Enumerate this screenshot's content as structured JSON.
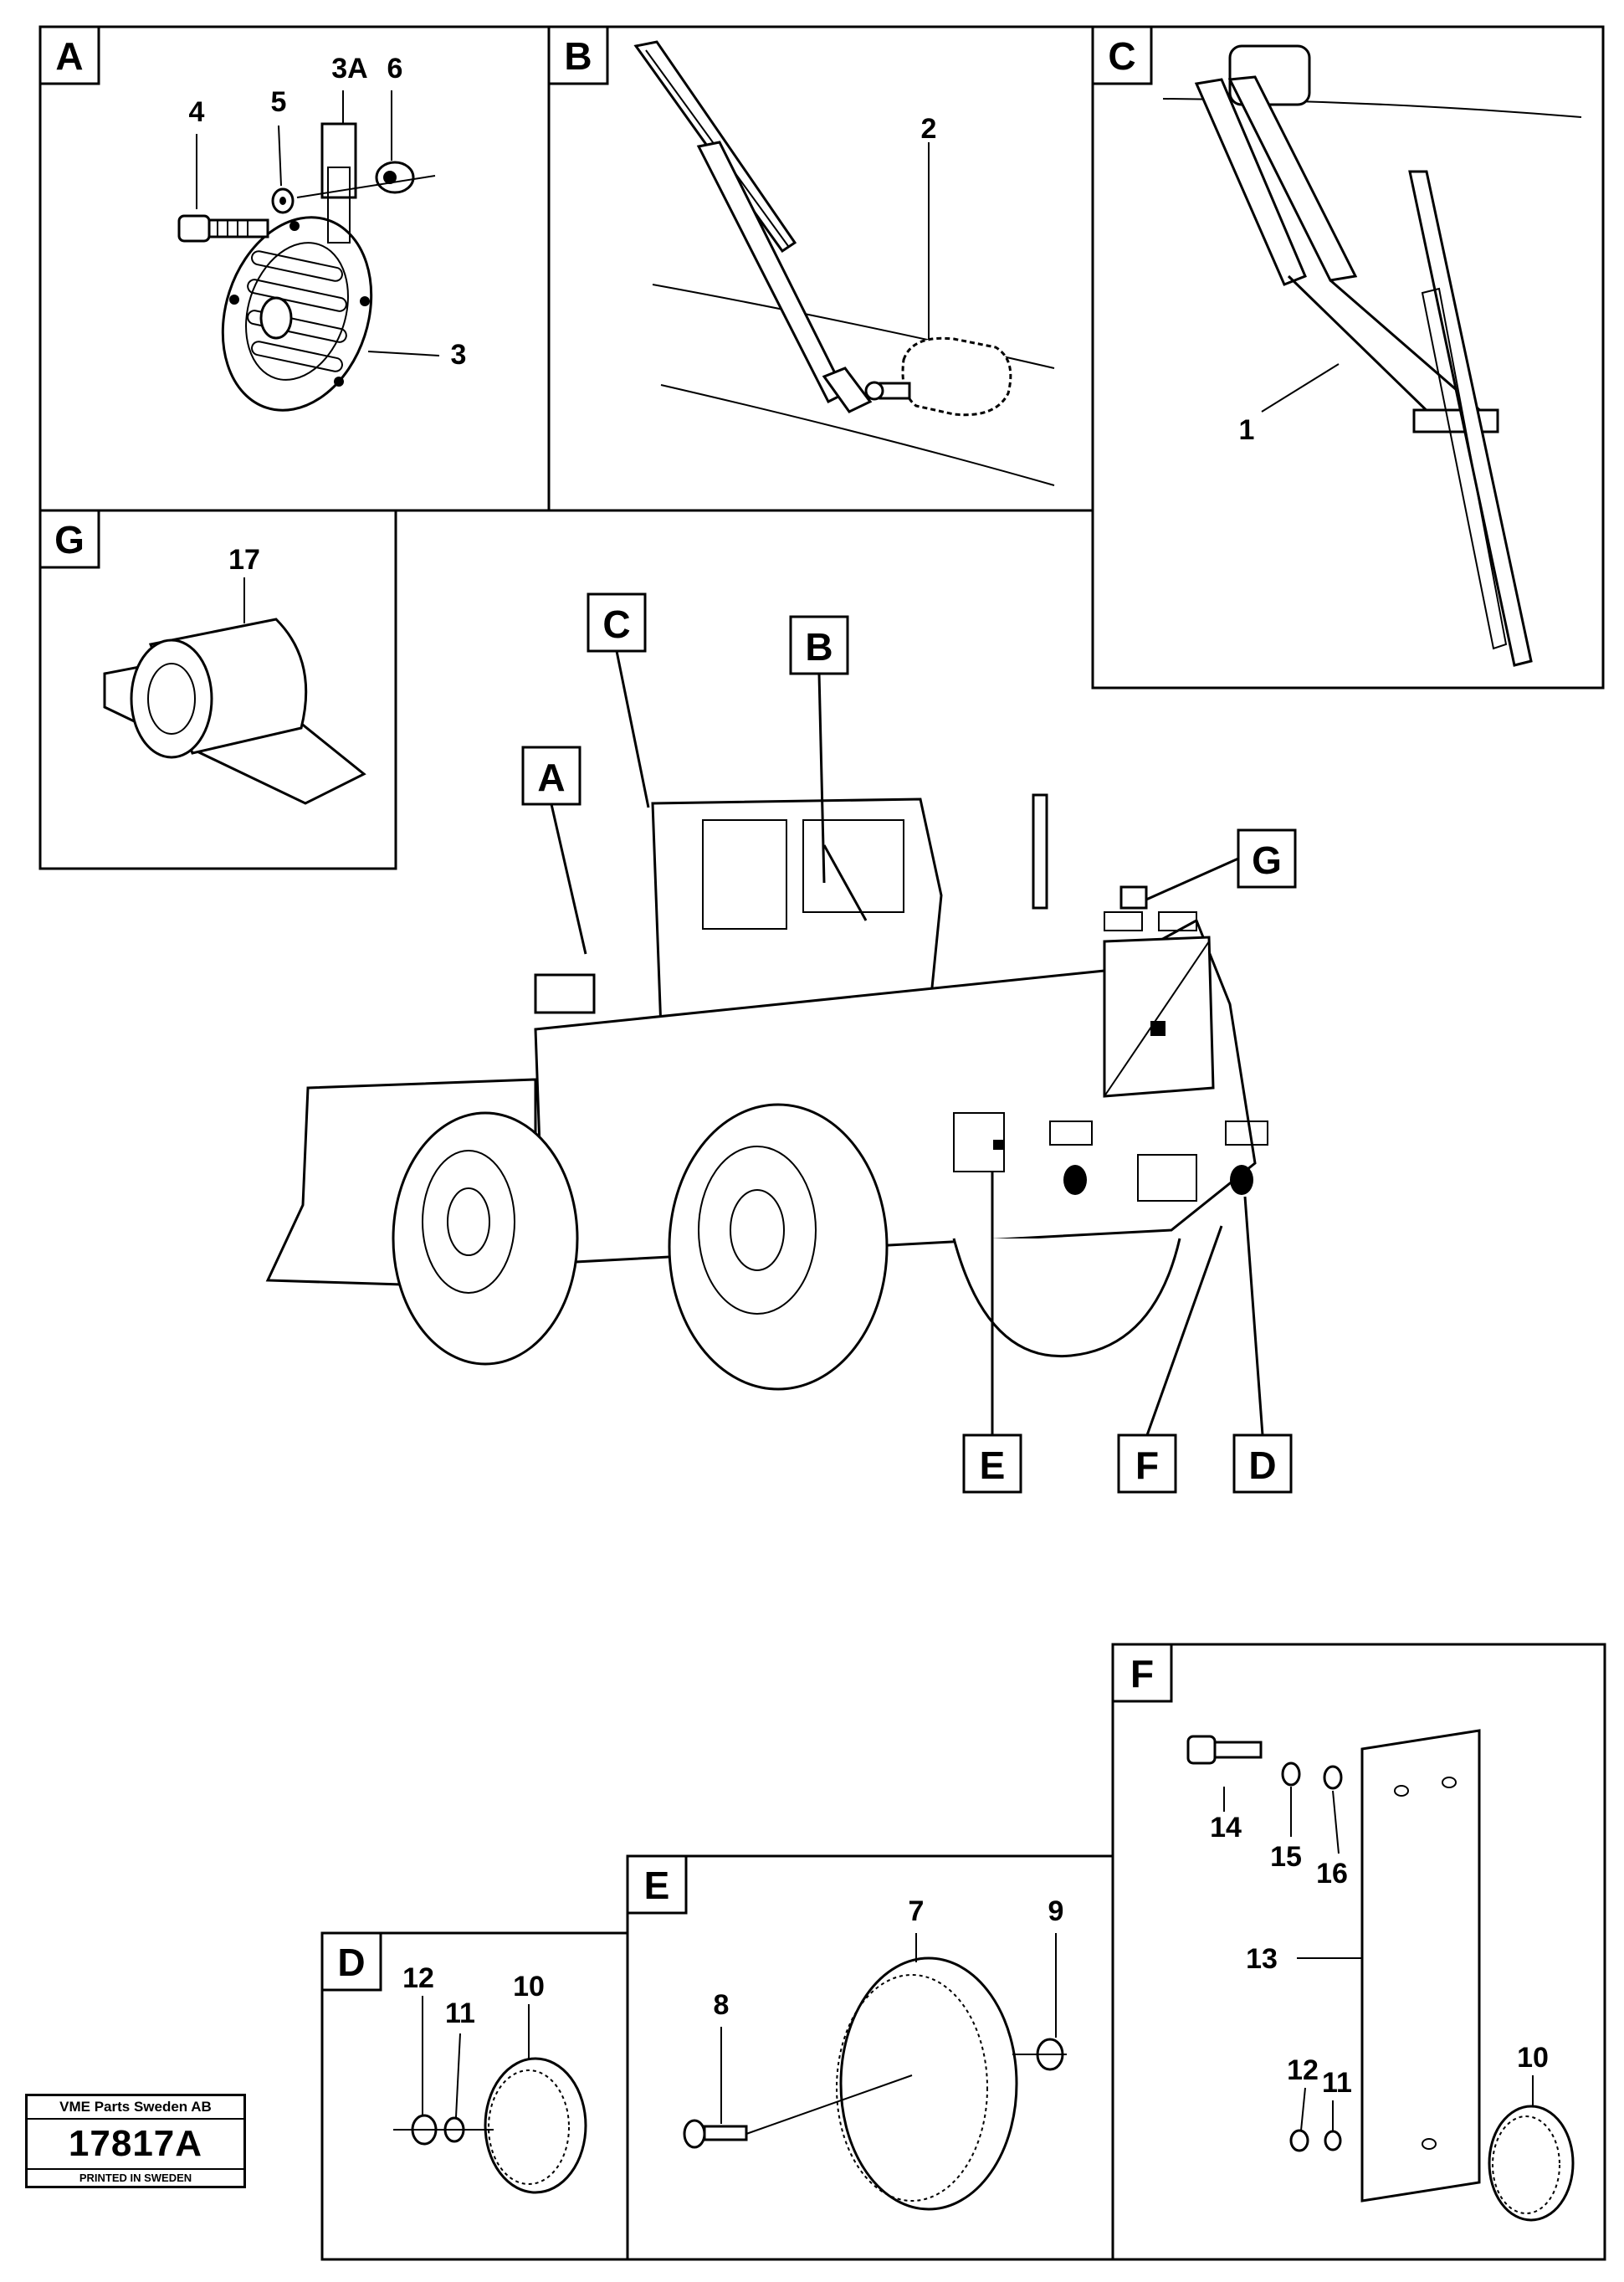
{
  "panels": {
    "A": {
      "letter": "A",
      "parts": [
        "4",
        "5",
        "3A",
        "6",
        "3"
      ]
    },
    "B": {
      "letter": "B",
      "parts": [
        "2"
      ]
    },
    "C": {
      "letter": "C",
      "parts": [
        "1"
      ]
    },
    "G": {
      "letter": "G",
      "parts": [
        "17"
      ]
    },
    "D": {
      "letter": "D",
      "parts": [
        "12",
        "11",
        "10"
      ]
    },
    "E": {
      "letter": "E",
      "parts": [
        "7",
        "8",
        "9"
      ]
    },
    "F": {
      "letter": "F",
      "parts": [
        "14",
        "15",
        "16",
        "13",
        "12",
        "11",
        "10"
      ]
    }
  },
  "callouts": {
    "C": "C",
    "B": "B",
    "A": "A",
    "G": "G",
    "E": "E",
    "F": "F",
    "D": "D"
  },
  "stamp": {
    "company": "VME Parts Sweden AB",
    "code": "17817A",
    "printed": "PRINTED IN SWEDEN"
  }
}
